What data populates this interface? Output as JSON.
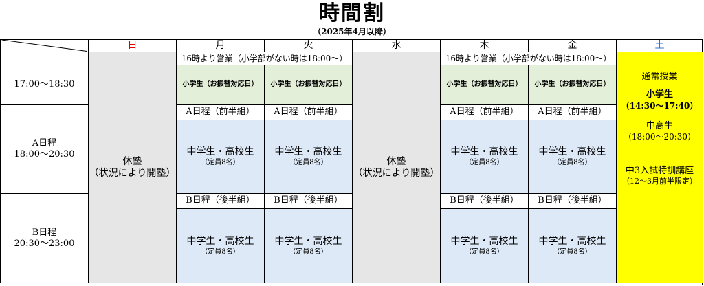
{
  "title": "時間割",
  "subtitle": "（2025年4月以降）",
  "days": [
    "日",
    "月",
    "火",
    "水",
    "木",
    "金",
    "土"
  ],
  "row_labels": {
    "r1": "17:00～18:30",
    "a_name": "A日程",
    "a_time": "18:00～20:30",
    "b_name": "B日程",
    "b_time": "20:30～23:00"
  },
  "open_note": "16時より営業（小学部がない時は18:00～）",
  "elementary_makeup": "小学生（お振替対応日）",
  "a_group": "A日程（前半組）",
  "b_group": "B日程（後半組）",
  "class_name": "中学生・高校生",
  "capacity": "（定員8名）",
  "closed_line1": "休塾",
  "closed_line2": "（状況により開塾）",
  "saturday": {
    "normal": "通常授業",
    "elem_label": "小学生",
    "elem_time": "（14:30～17:40）",
    "mid_label": "中高生",
    "mid_time": "（18:00～20:30）",
    "special": "中3入試特訓講座",
    "special_period": "（12～3月前半限定）"
  },
  "colors": {
    "sunday": "#e00000",
    "saturday": "#2f6fd0",
    "closed_bg": "#e6e6e6",
    "elementary_bg": "#e4efd9",
    "class_bg": "#dde9f6",
    "saturday_bg": "#ffff00"
  }
}
